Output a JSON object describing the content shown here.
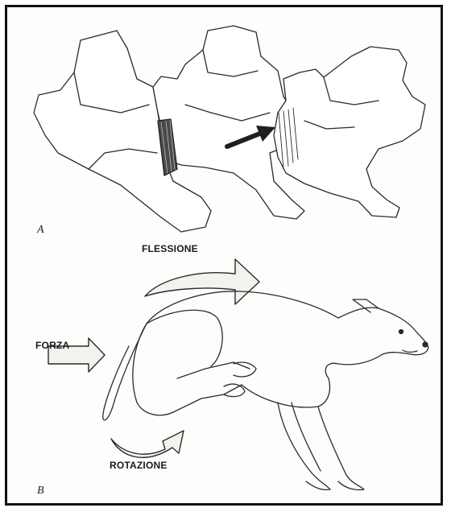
{
  "panels": {
    "a": {
      "letter": "A"
    },
    "b": {
      "letter": "B"
    }
  },
  "labels": {
    "flexion": "FLESSIONE",
    "force": "FORZA",
    "rotation": "ROTAZIONE"
  },
  "colors": {
    "border": "#111111",
    "ink": "#2a2a2a",
    "arrow_fill": "#f2f2ee",
    "ligament": "#3a3a3a"
  }
}
